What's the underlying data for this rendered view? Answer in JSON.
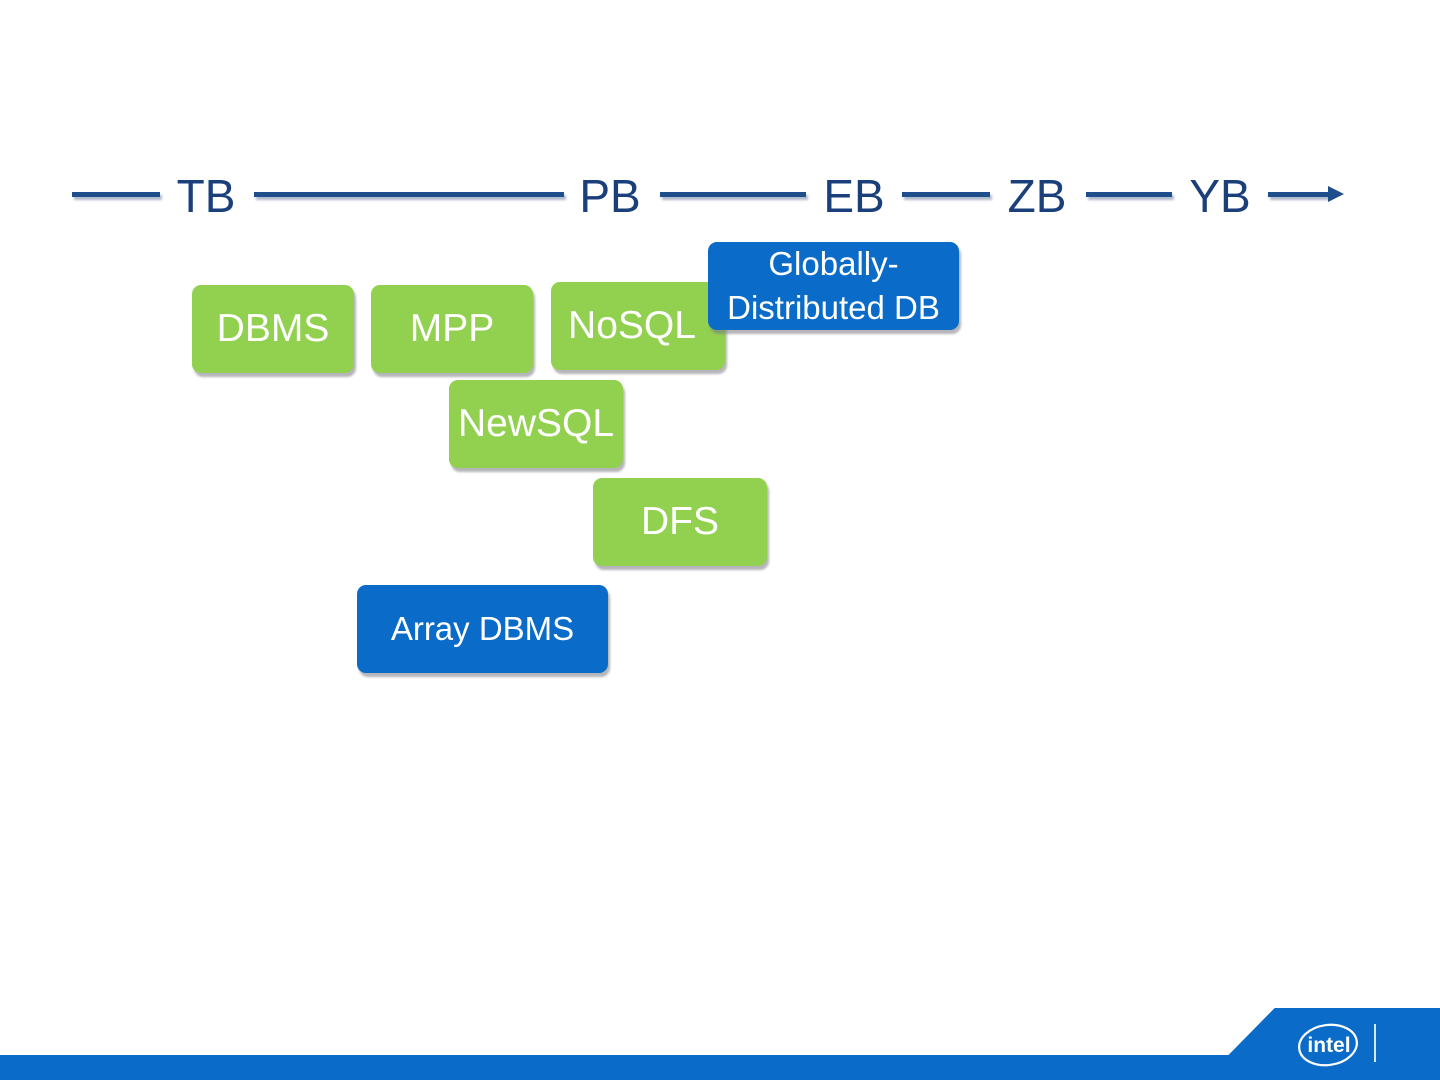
{
  "scale": {
    "labels": [
      "TB",
      "PB",
      "EB",
      "ZB",
      "YB"
    ]
  },
  "boxes": {
    "dbms": "DBMS",
    "mpp": "MPP",
    "nosql": "NoSQL",
    "globally_line1": "Globally-",
    "globally_line2": "Distributed DB",
    "newsql": "NewSQL",
    "dfs": "DFS",
    "array_dbms": "Array DBMS"
  },
  "colors": {
    "green_box": "#92d050",
    "blue_box": "#0a6cc8",
    "scale_line": "#1f4e8c",
    "scale_text": "#1a3f7a"
  },
  "footer": {
    "logo_icon": "intel-logo-icon"
  }
}
